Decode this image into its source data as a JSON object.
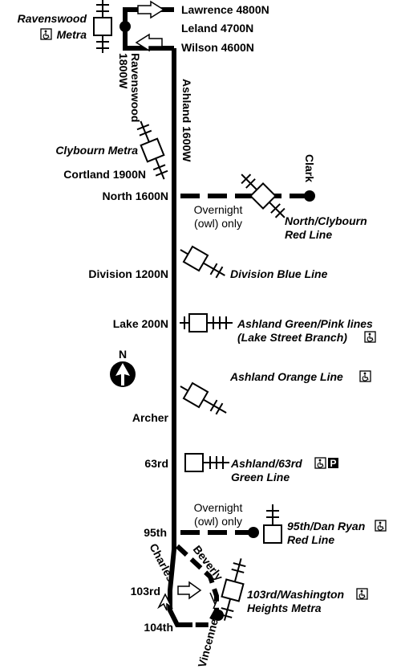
{
  "colors": {
    "route": "#000000",
    "background": "#ffffff"
  },
  "streets": {
    "lawrence": "Lawrence 4800N",
    "leland": "Leland 4700N",
    "wilson": "Wilson 4600N",
    "ravenswood": "Ravenswood",
    "ravenswood_addr": "1800W",
    "ashland": "Ashland 1600W",
    "cortland": "Cortland 1900N",
    "north": "North 1600N",
    "clark": "Clark",
    "division": "Division 1200N",
    "lake": "Lake 200N",
    "archer": "Archer",
    "s63rd": "63rd",
    "s95th": "95th",
    "charles": "Charles",
    "beverly": "Beverly",
    "s103rd": "103rd",
    "s104th": "104th",
    "vincennes": "Vincennes"
  },
  "stations": {
    "ravenswood_metra_1": "Ravenswood",
    "ravenswood_metra_2": "Metra",
    "clybourn_metra": "Clybourn Metra",
    "north_clybourn_1": "North/Clybourn",
    "north_clybourn_2": "Red Line",
    "division_blue": "Division Blue Line",
    "ashland_gp_1": "Ashland Green/Pink lines",
    "ashland_gp_2": "(Lake Street Branch)",
    "ashland_orange": "Ashland Orange Line",
    "ashland_63_1": "Ashland/63rd",
    "ashland_63_2": "Green Line",
    "dan_ryan_1": "95th/Dan Ryan",
    "dan_ryan_2": "Red Line",
    "washington_1": "103rd/Washington",
    "washington_2": "Heights Metra"
  },
  "notes": {
    "owl_1_line1": "Overnight",
    "owl_1_line2": "(owl) only",
    "owl_2_line1": "Overnight",
    "owl_2_line2": "(owl) only"
  },
  "compass": {
    "label": "N"
  },
  "icons": {
    "accessible": "wheelchair-icon",
    "parking": "parking-icon",
    "parking_letter": "P"
  }
}
